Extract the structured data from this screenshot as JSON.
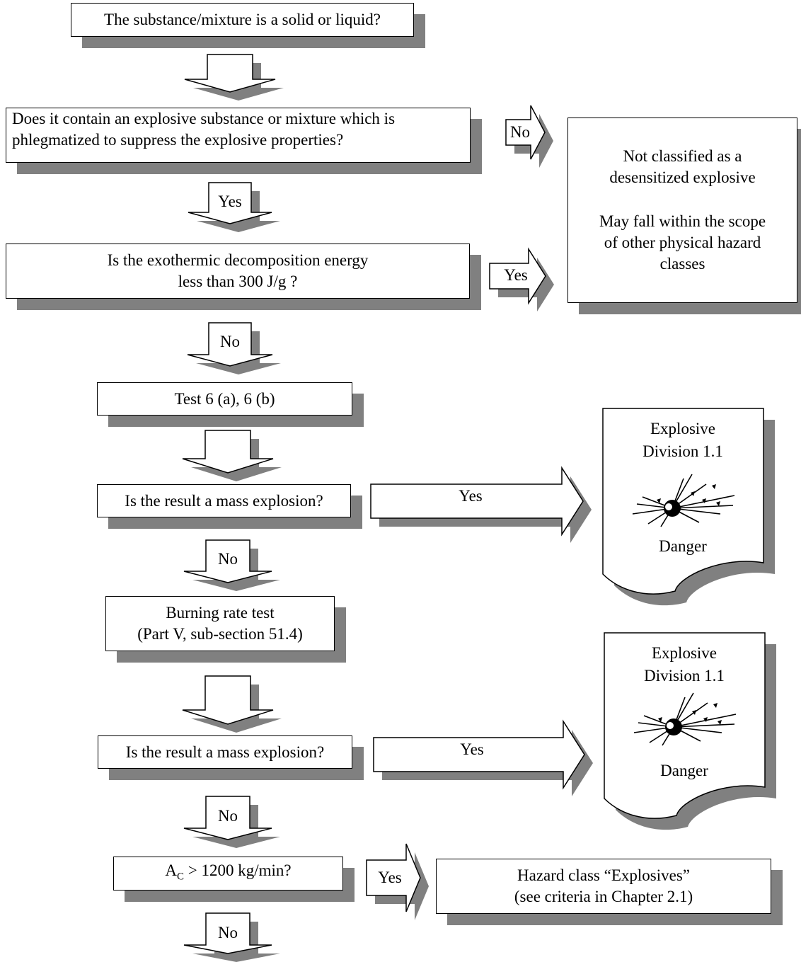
{
  "nodes": {
    "q_solid_liquid": "The substance/mixture is a solid or liquid?",
    "q_phlegmatized_line1": "Does it contain an explosive substance or mixture which is",
    "q_phlegmatized_line2": "phlegmatized to suppress the explosive properties?",
    "q_energy_line1": "Is the exothermic decomposition energy",
    "q_energy_line2": "less than 300 J/g ?",
    "not_classified_line1": "Not classified as a",
    "not_classified_line2": "desensitized explosive",
    "not_classified_line3": "May fall within the scope",
    "not_classified_line4": "of other physical hazard",
    "not_classified_line5": "classes",
    "test6": "Test 6 (a), 6 (b)",
    "q_mass_explosion_1": "Is the result a mass explosion?",
    "burning_line1": "Burning rate test",
    "burning_line2": "(Part V, sub-section 51.4)",
    "q_mass_explosion_2": "Is the result a mass explosion?",
    "q_ac_prefix": "A",
    "q_ac_sub": "C",
    "q_ac_rest": " > 1200 kg/min?",
    "hazard_line1": "Hazard class “Explosives”",
    "hazard_line2": "(see criteria in Chapter 2.1)"
  },
  "results": {
    "doc1": {
      "title1": "Explosive",
      "title2": "Division 1.1",
      "signal": "Danger"
    },
    "doc2": {
      "title1": "Explosive",
      "title2": "Division 1.1",
      "signal": "Danger"
    }
  },
  "arrow_labels": {
    "a_no_1": "No",
    "a_yes_1": "Yes",
    "a_yes_2": "Yes",
    "a_no_2": "No",
    "a_yes_3": "Yes",
    "a_no_3": "No",
    "a_yes_4": "Yes",
    "a_no_4": "No",
    "a_yes_5": "Yes",
    "a_no_5": "No"
  },
  "colors": {
    "shadow": "#808080",
    "border": "#000000",
    "fill": "#ffffff"
  }
}
